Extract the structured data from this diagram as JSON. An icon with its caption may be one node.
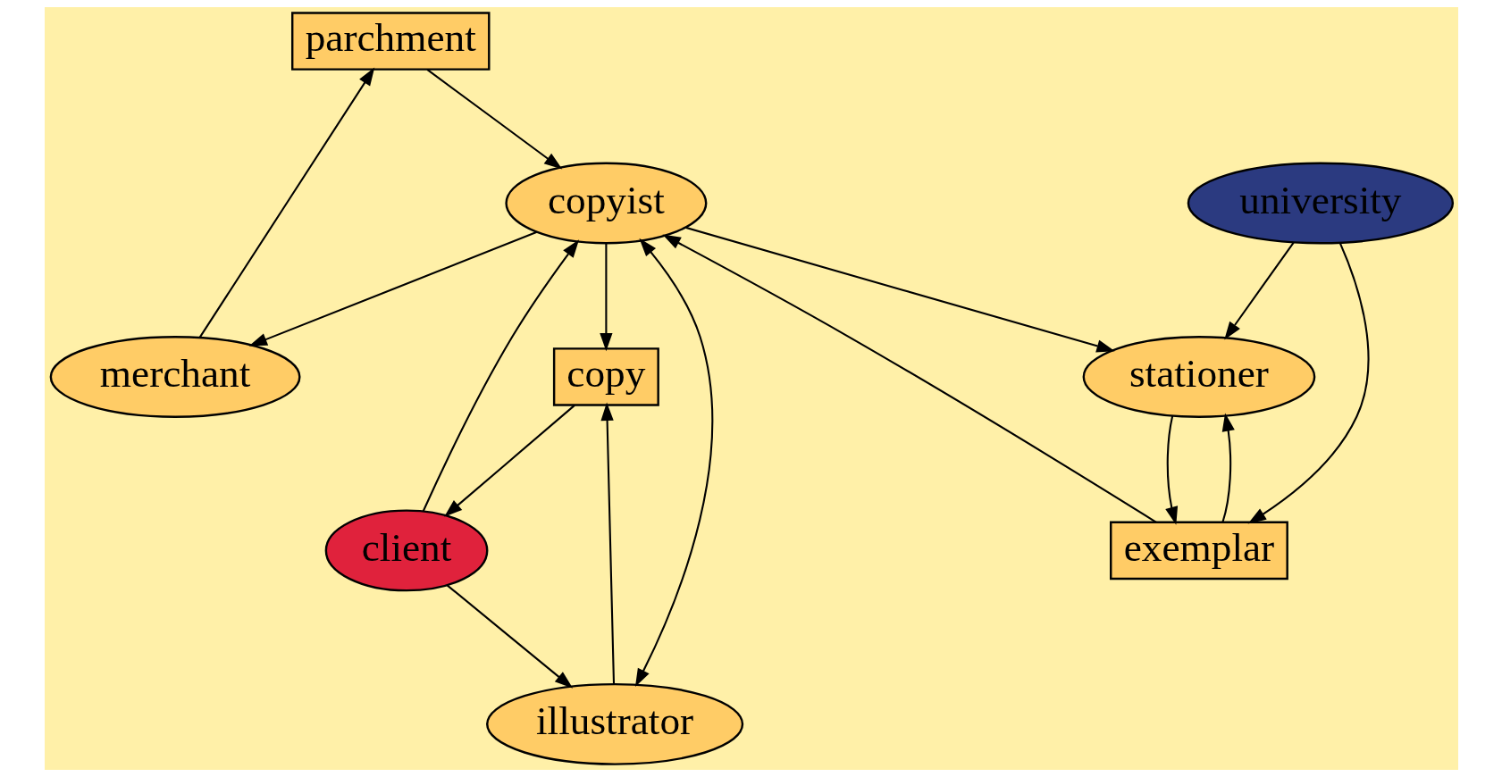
{
  "diagram": {
    "nodes": [
      {
        "text": [
          "parchment"
        ]
      },
      {
        "text": [
          "copy"
        ]
      },
      {
        "text": [
          "merchant"
        ]
      },
      {
        "text": [
          "client"
        ]
      },
      {
        "text": [
          "copyist"
        ]
      },
      {
        "text": [
          "illustrator"
        ]
      },
      {
        "text": [
          "exemplar"
        ]
      },
      {
        "text": [
          "stationer"
        ]
      },
      {
        "text": [
          "university"
        ]
      }
    ],
    "edges": [
      {
        "from": 1,
        "to": 3,
        "arrow": "to"
      },
      {
        "from": 4,
        "to": 1,
        "arrow": "to"
      },
      {
        "from": 2,
        "to": 0,
        "arrow": "to"
      },
      {
        "from": 0,
        "to": 4,
        "arrow": "to"
      },
      {
        "from": 4,
        "to": 2,
        "arrow": "to"
      },
      {
        "from": 3,
        "to": 4,
        "arrow": "to"
      },
      {
        "from": 3,
        "to": 5,
        "arrow": "to"
      },
      {
        "from": 5,
        "to": 1,
        "arrow": "to"
      },
      {
        "from": 4,
        "to": 5,
        "arrow": "both"
      },
      {
        "from": 4,
        "to": 7,
        "arrow": "to"
      },
      {
        "from": 6,
        "to": 4,
        "arrow": "to"
      },
      {
        "from": 7,
        "to": 6,
        "arrow": "to"
      },
      {
        "from": 6,
        "to": 7,
        "arrow": "to"
      },
      {
        "from": 8,
        "to": 6,
        "arrow": "to"
      },
      {
        "from": 8,
        "to": 7,
        "arrow": "to"
      }
    ]
  }
}
